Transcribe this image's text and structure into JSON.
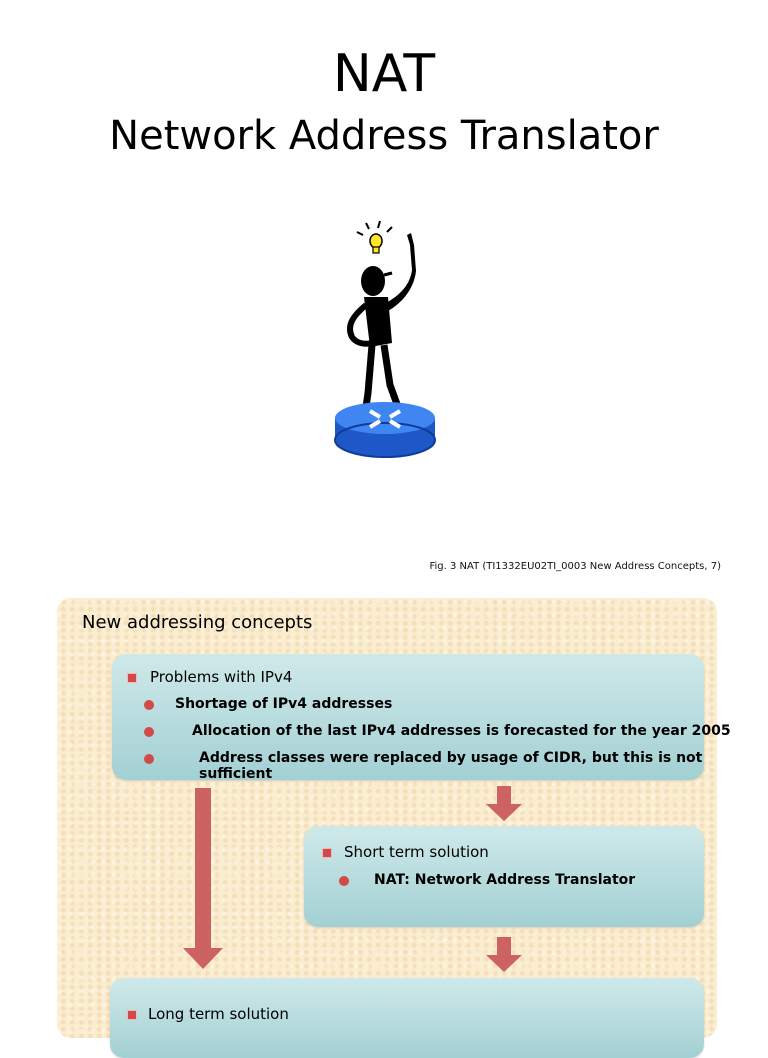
{
  "title": "NAT",
  "subtitle": "Network Address Translator",
  "caption": "Fig. 3 NAT (TI1332EU02TI_0003 New Address Concepts, 7)",
  "diagram": {
    "heading": "New addressing concepts",
    "problems": {
      "label": "Problems with IPv4",
      "items": [
        "Shortage of IPv4 addresses",
        "Allocation of the last IPv4 addresses is forecasted for the year 2005",
        "Address classes were replaced by usage of CIDR, but this is not sufficient"
      ]
    },
    "short_term": {
      "label": "Short term solution",
      "items": [
        "NAT: Network Address Translator"
      ]
    },
    "long_term": {
      "label": "Long term solution"
    }
  },
  "colors": {
    "panel": "#fbedcf",
    "box": "#a3d0d3",
    "arrow": "#cd6262",
    "bullet": "#d04a4a",
    "router": "#2f6fe0"
  },
  "icons": [
    "lightbulb-idea-icon",
    "stick-figure-icon",
    "router-icon"
  ]
}
